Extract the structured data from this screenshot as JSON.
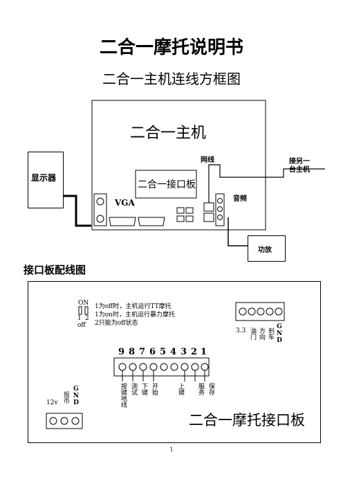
{
  "doc": {
    "title": "二合一摩托说明书",
    "block_diagram_title": "二合一主机连线方框图",
    "wiring_section_title": "接口板配线图",
    "page_number": "1"
  },
  "block_diagram": {
    "main_host": "二合一主机",
    "interface_board": "二合一接口板",
    "display": "显示器",
    "vga": "VGA",
    "network": "网线",
    "audio": "音频",
    "amplifier": "功放",
    "other_host": "接另一台主机"
  },
  "wiring": {
    "dip_on": "ON",
    "dip_1": "1",
    "dip_2": "2",
    "dip_off": "off",
    "notes": [
      "1为off时，主机运行TT摩托",
      "1为on时，主机运行暴力摩托",
      "2只能为off状态"
    ],
    "connector5_labels": [
      "3.3",
      "油门",
      "方向",
      "刹车",
      "GND"
    ],
    "connector9_numbers": [
      "9",
      "8",
      "7",
      "6",
      "5",
      "4",
      "3",
      "2",
      "1"
    ],
    "connector9_labels": [
      "按键地线",
      "测试",
      "下键",
      "开始",
      "上键",
      "服务",
      "保存"
    ],
    "power_labels": [
      "12v",
      "投币",
      "GND"
    ],
    "board_title": "二合一摩托接口板"
  }
}
